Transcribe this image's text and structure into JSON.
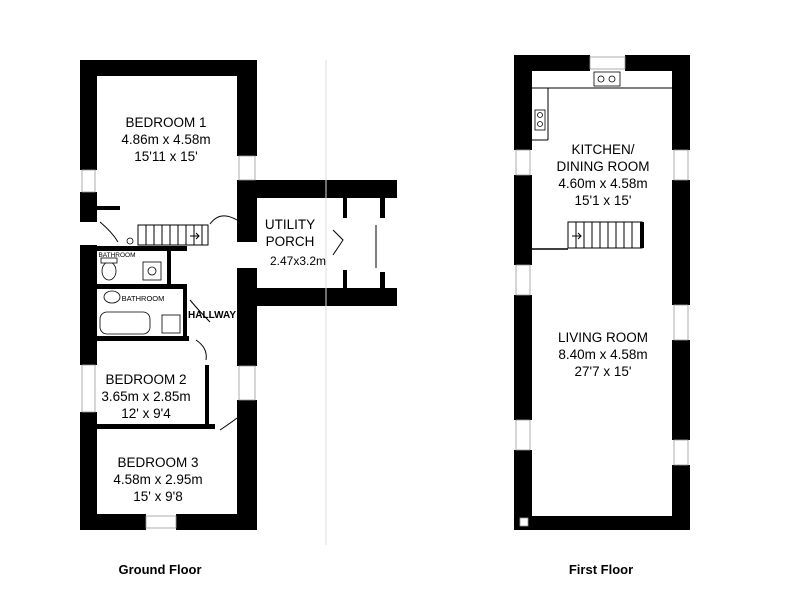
{
  "ground_floor": {
    "caption": "Ground Floor",
    "rooms": {
      "bedroom1": {
        "name": "BEDROOM 1",
        "metric": "4.86m x 4.58m",
        "imperial": "15'11 x 15'"
      },
      "bedroom2": {
        "name": "BEDROOM 2",
        "metric": "3.65m x 2.85m",
        "imperial": "12' x 9'4"
      },
      "bedroom3": {
        "name": "BEDROOM 3",
        "metric": "4.58m x 2.95m",
        "imperial": "15' x 9'8"
      },
      "utility": {
        "name1": "UTILITY",
        "name2": "PORCH",
        "metric": "2.47x3.2m"
      },
      "bathroom_small": {
        "name": "BATHROOM"
      },
      "bathroom": {
        "name": "BATHROOM"
      },
      "hallway": {
        "name": "HALLWAY"
      }
    }
  },
  "first_floor": {
    "caption": "First Floor",
    "rooms": {
      "kitchen": {
        "name1": "KITCHEN/",
        "name2": "DINING ROOM",
        "metric": "4.60m x 4.58m",
        "imperial": "15'1 x 15'"
      },
      "living": {
        "name": "LIVING ROOM",
        "metric": "8.40m x 4.58m",
        "imperial": "27'7 x 15'"
      }
    }
  }
}
